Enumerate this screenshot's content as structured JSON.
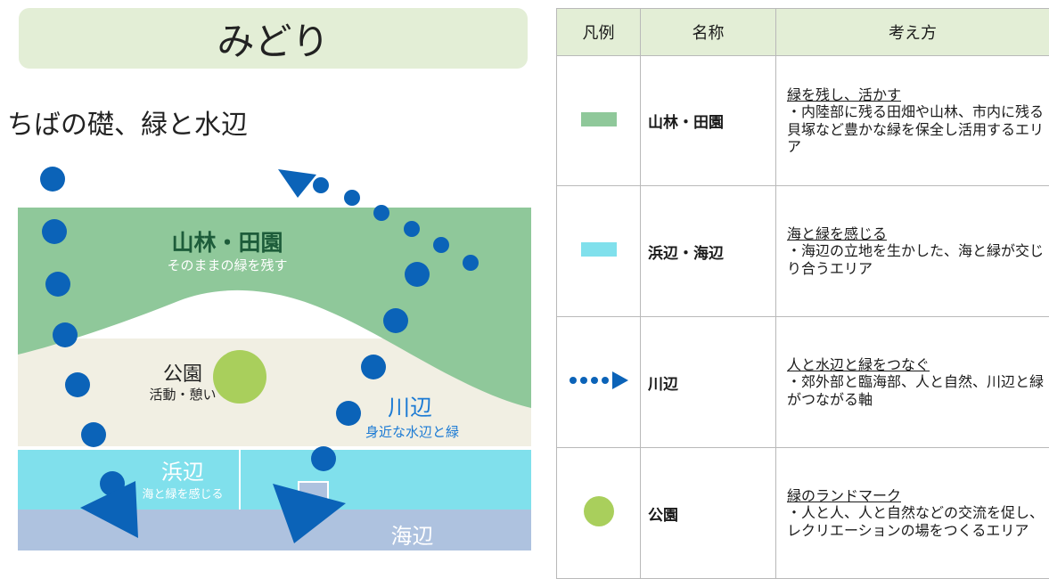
{
  "title": "みどり",
  "subtitle": "ちばの礎、緑と水辺",
  "map": {
    "forest_name": "山林・田園",
    "forest_caption": "そのままの緑を残す",
    "park_name": "公園",
    "park_caption": "活動・憩い",
    "river_name": "川辺",
    "river_caption": "身近な水辺と緑",
    "beach_name": "浜辺",
    "beach_caption": "海と緑を感じる",
    "sea_name": "海辺"
  },
  "legend": {
    "headers": [
      "凡例",
      "名称",
      "考え方"
    ],
    "rows": [
      {
        "symbol": "green-rect-icon",
        "name": "山林・田園",
        "heading": "緑を残し、活かす",
        "body": "・内陸部に残る田畑や山林、市内に残る貝塚など豊かな緑を保全し活用するエリア"
      },
      {
        "symbol": "cyan-rect-icon",
        "name": "浜辺・海辺",
        "heading": "海と緑を感じる",
        "body": "・海辺の立地を生かした、海と緑が交じり合うエリア"
      },
      {
        "symbol": "dotted-arrow-icon",
        "name": "川辺",
        "heading": "人と水辺と緑をつなぐ",
        "body": "・郊外部と臨海部、人と自然、川辺と緑がつながる軸"
      },
      {
        "symbol": "green-dot-icon",
        "name": "公園",
        "heading": "緑のランドマーク",
        "body": "・人と人、人と自然などの交流を促し、レクリエーションの場をつくるエリア"
      }
    ]
  },
  "colors": {
    "forest": "#8fc89a",
    "park_area": "#f1efe3",
    "beach": "#80e0ec",
    "sea": "#aec2df",
    "river_dots": "#0b63b8",
    "park_dot": "#a9cf5c",
    "header_bg": "#e3eed6"
  }
}
